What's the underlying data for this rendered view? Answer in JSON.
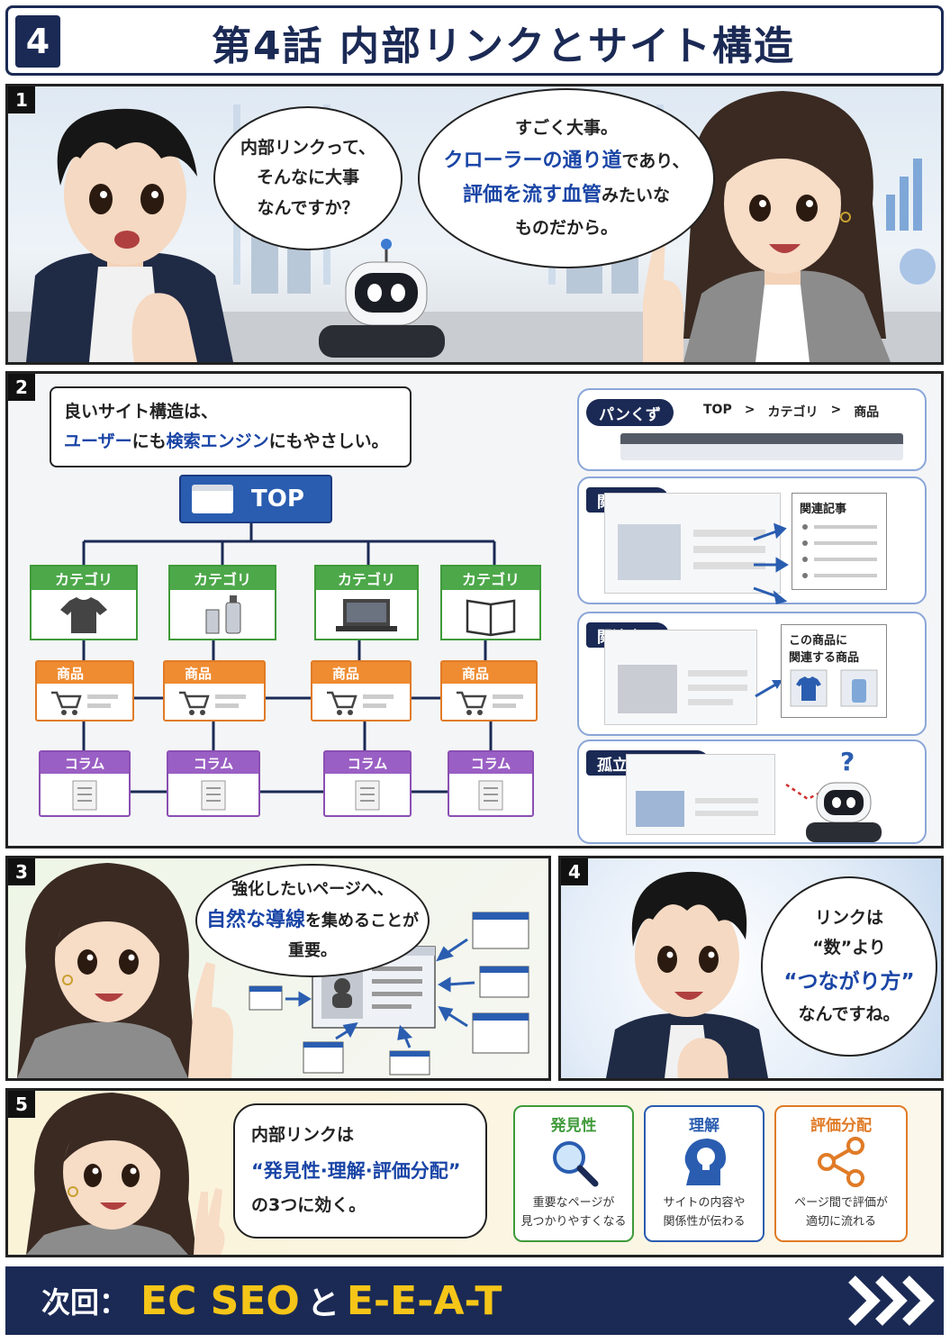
{
  "header": {
    "number": "4",
    "title": "第4話 内部リンクとサイト構造"
  },
  "panel1": {
    "number": "1",
    "left_bubble": [
      "内部リンクって、",
      "そんなに大事",
      "なんですか？"
    ],
    "right_bubble": {
      "l1": "すごく大事。",
      "l2_blue": "クローラーの通り道",
      "l2_rest": "であり、",
      "l3_blue": "評価を流す血管",
      "l3_rest": "みたいな",
      "l4": "ものだから。"
    }
  },
  "panel2": {
    "number": "2",
    "intro": {
      "l1": "良いサイト構造は、",
      "l2_blue1": "ユーザー",
      "l2_mid": "にも",
      "l2_blue2": "検索エンジン",
      "l2_rest": "にもやさしい。"
    },
    "top_label": "TOP",
    "categories": [
      "カテゴリ",
      "カテゴリ",
      "カテゴリ",
      "カテゴリ"
    ],
    "products": [
      "商品",
      "商品",
      "商品",
      "商品"
    ],
    "columns": [
      "コラム",
      "コラム",
      "コラム",
      "コラム"
    ],
    "breadcrumb": {
      "label": "パンくず",
      "path": [
        "TOP",
        ">",
        "カテゴリ",
        ">",
        "商品"
      ]
    },
    "related_articles": {
      "label": "関連記事",
      "box_title": "関連記事"
    },
    "related_products": {
      "label": "関連商品",
      "box_title": [
        "この商品に",
        "関連する商品"
      ]
    },
    "orphan": {
      "label": "孤立ページNG",
      "mark": "?"
    }
  },
  "panel3": {
    "number": "3",
    "bubble": {
      "l1": "強化したいページへ、",
      "l2_blue": "自然な導線",
      "l2_rest": "を集めることが",
      "l3": "重要。"
    }
  },
  "panel4": {
    "number": "4",
    "bubble": {
      "l1": "リンクは",
      "l2": "“数”より",
      "l3_blue": "“つながり方”",
      "l4": "なんですね。"
    }
  },
  "panel5": {
    "number": "5",
    "bubble": {
      "l1": "内部リンクは",
      "l2_blue": "“発見性·理解·評価分配”",
      "l3": "の3つに効く。"
    },
    "features": [
      {
        "title": "発見性",
        "desc": [
          "重要なページが",
          "見つかりやすくなる"
        ],
        "color": "#3f9a3a",
        "icon": "magnifier-icon"
      },
      {
        "title": "理解",
        "desc": [
          "サイトの内容や",
          "関係性が伝わる"
        ],
        "color": "#2a5db0",
        "icon": "head-bulb-icon"
      },
      {
        "title": "評価分配",
        "desc": [
          "ページ間で評価が",
          "適切に流れる"
        ],
        "color": "#e07b27",
        "icon": "share-icon"
      }
    ]
  },
  "footer": {
    "prefix": "次回：",
    "title_a": "EC SEO",
    "title_mid": "と",
    "title_b": "E-E-A-T"
  }
}
